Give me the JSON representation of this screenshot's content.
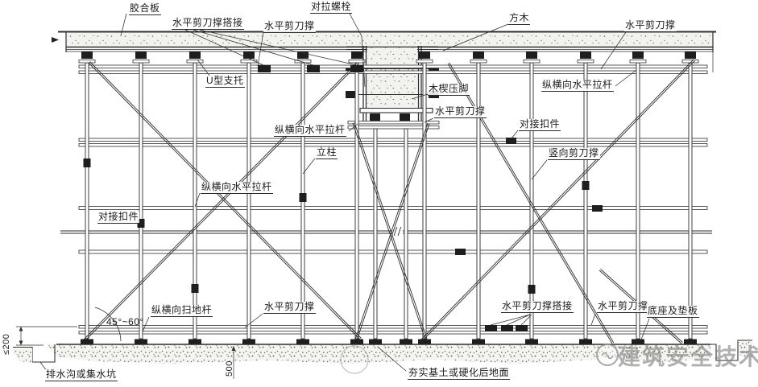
{
  "drawing": {
    "type": "construction-detail-section",
    "labels": {
      "plywood": "胶合板",
      "hsb_lap_top": "水平剪刀撑搭接",
      "tie_bolt": "对拉螺栓",
      "hsb_top_left": "水平剪刀撑",
      "u_head_support": "U型支托",
      "square_timber": "方木",
      "hsb_top_right": "水平剪刀撑",
      "timber_wedge_foot": "木楔压脚",
      "hsb_beam": "水平剪刀撑",
      "butt_coupler_right": "对接扣件",
      "tie_rods_upper_right": "纵横向水平拉杆",
      "vertical_scissor_brace": "竖向剪刀撑",
      "tie_rods_mid": "纵横向水平拉杆",
      "post": "立柱",
      "tie_rods_left": "纵横向水平拉杆",
      "butt_coupler_left": "对接扣件",
      "sweeping_rod": "纵横向扫地杆",
      "angle_range": "45°~60°",
      "drainage_pit": "排水沟或集水坑",
      "hsb_bottom_left": "水平剪刀撑",
      "compacted_ground": "夯实基土或硬化后地面",
      "hsb_lap_bottom": "水平剪刀撑搭接",
      "hsb_bottom_right": "水平剪刀撑",
      "base_plate": "底座及垫板"
    },
    "dimensions": {
      "ditch_edge_max": "≤200",
      "embed_depth": "500"
    },
    "watermark": "建筑安全技术",
    "colors": {
      "line": "#2e2e2e",
      "concrete_fill": "#f2f2ef",
      "watermark": "#808080"
    }
  }
}
